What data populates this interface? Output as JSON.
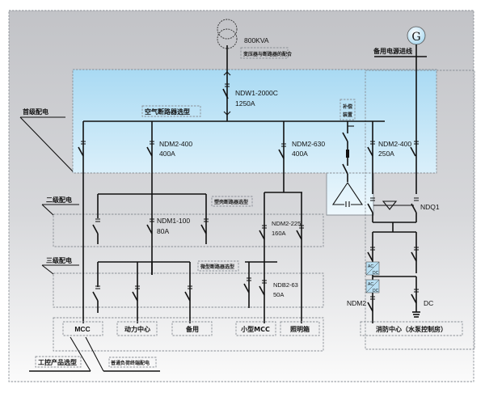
{
  "transformer": {
    "rating": "800KVA",
    "tag": "变压器与断路器的配合",
    "icon": "transformer-icon"
  },
  "generator": {
    "symbol": "G",
    "label": "备用电源进线",
    "icon": "generator-icon"
  },
  "main_breaker": {
    "model": "NDW1-2000C",
    "current": "1250A"
  },
  "tags": {
    "acb": "空气断路器选型",
    "mccb": "塑壳断路器选型",
    "mcb": "微型断路器选型",
    "compensation_line1": "补偿",
    "compensation_line2": "装置",
    "industrial": "工控产品选型",
    "terminal": "普通负荷终端配电"
  },
  "levels": {
    "first": "首级配电",
    "second": "二级配电",
    "third": "三级配电"
  },
  "breakers": {
    "b1": {
      "model": "NDM2-400",
      "current": "400A"
    },
    "b2": {
      "model": "NDM2-630",
      "current": "400A"
    },
    "b3": {
      "model": "NDM2-400",
      "current": "250A"
    },
    "b4": {
      "model": "NDM1-100",
      "current": "80A"
    },
    "b5": {
      "model": "NDM2-225",
      "current": "160A"
    },
    "b6": {
      "model": "NDB2-63",
      "current": "50A"
    }
  },
  "ats": {
    "label": "NDQ1"
  },
  "ups": {
    "converter1": [
      "AC",
      "DC"
    ],
    "converter2": [
      "AC",
      "DC"
    ],
    "breaker": "NDM2",
    "dc_label": "DC"
  },
  "loads": [
    "MCC",
    "动力中心",
    "备用",
    "小型MCC",
    "照明箱"
  ],
  "fire_center": "消防中心（水泵控制房）",
  "colors": {
    "outer_bg": "#c3c4c8",
    "first_level": "#aedcf3",
    "second_level": "#f5c6d8",
    "third_level": "#c4c0e6",
    "load_band": "#fbf2c4",
    "load_box": "#cfe9f7"
  }
}
